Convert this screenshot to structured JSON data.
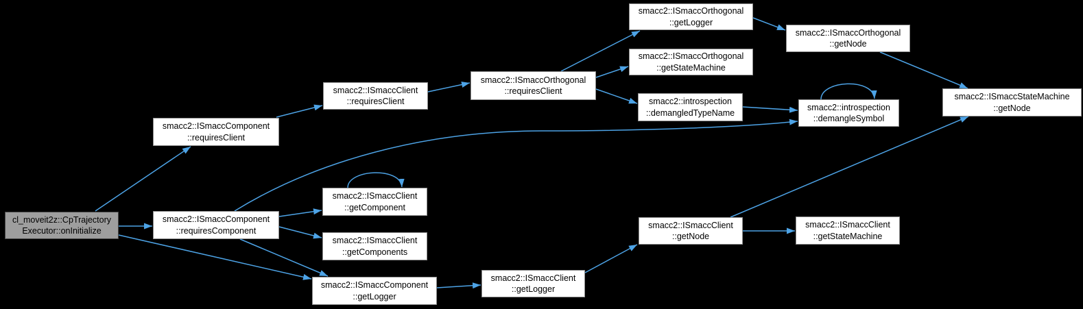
{
  "diagram": {
    "type": "call-graph",
    "colors": {
      "background": "#000000",
      "edge": "#4da3e6",
      "node_fill": "#ffffff",
      "node_border": "#8f8f8f",
      "highlight_fill": "#9e9e9e",
      "highlight_border": "#464646",
      "text": "#000000"
    },
    "nodes": {
      "on_initialize": {
        "label": "cl_moveit2z::CpTrajectory\nExecutor::onInitialize",
        "highlighted": true
      },
      "component_requires_client": {
        "label": "smacc2::ISmaccComponent\n::requiresClient",
        "highlighted": false
      },
      "client_requires_client": {
        "label": "smacc2::ISmaccClient\n::requiresClient",
        "highlighted": false
      },
      "orthogonal_requires_client": {
        "label": "smacc2::ISmaccOrthogonal\n::requiresClient",
        "highlighted": false
      },
      "orthogonal_get_logger": {
        "label": "smacc2::ISmaccOrthogonal\n::getLogger",
        "highlighted": false
      },
      "orthogonal_get_state_machine": {
        "label": "smacc2::ISmaccOrthogonal\n::getStateMachine",
        "highlighted": false
      },
      "introspection_demangled_type_name": {
        "label": "smacc2::introspection\n::demangledTypeName",
        "highlighted": false
      },
      "orthogonal_get_node": {
        "label": "smacc2::ISmaccOrthogonal\n::getNode",
        "highlighted": false
      },
      "introspection_demangle_symbol": {
        "label": "smacc2::introspection\n::demangleSymbol",
        "highlighted": false
      },
      "state_machine_get_node": {
        "label": "smacc2::ISmaccStateMachine\n::getNode",
        "highlighted": false
      },
      "component_requires_component": {
        "label": "smacc2::ISmaccComponent\n::requiresComponent",
        "highlighted": false
      },
      "client_get_component": {
        "label": "smacc2::ISmaccClient\n::getComponent",
        "highlighted": false
      },
      "client_get_components": {
        "label": "smacc2::ISmaccClient\n::getComponents",
        "highlighted": false
      },
      "component_get_logger": {
        "label": "smacc2::ISmaccComponent\n::getLogger",
        "highlighted": false
      },
      "client_get_logger": {
        "label": "smacc2::ISmaccClient\n::getLogger",
        "highlighted": false
      },
      "client_get_node": {
        "label": "smacc2::ISmaccClient\n::getNode",
        "highlighted": false
      },
      "client_get_state_machine": {
        "label": "smacc2::ISmaccClient\n::getStateMachine",
        "highlighted": false
      }
    },
    "edges": [
      {
        "from": "on_initialize",
        "to": "component_requires_client"
      },
      {
        "from": "on_initialize",
        "to": "component_requires_component"
      },
      {
        "from": "on_initialize",
        "to": "component_get_logger"
      },
      {
        "from": "component_requires_client",
        "to": "client_requires_client"
      },
      {
        "from": "client_requires_client",
        "to": "orthogonal_requires_client"
      },
      {
        "from": "orthogonal_requires_client",
        "to": "orthogonal_get_logger"
      },
      {
        "from": "orthogonal_requires_client",
        "to": "orthogonal_get_state_machine"
      },
      {
        "from": "orthogonal_requires_client",
        "to": "introspection_demangled_type_name"
      },
      {
        "from": "orthogonal_get_logger",
        "to": "orthogonal_get_node"
      },
      {
        "from": "orthogonal_get_node",
        "to": "state_machine_get_node"
      },
      {
        "from": "introspection_demangled_type_name",
        "to": "introspection_demangle_symbol"
      },
      {
        "from": "introspection_demangle_symbol",
        "to": "introspection_demangle_symbol"
      },
      {
        "from": "component_requires_component",
        "to": "client_get_component"
      },
      {
        "from": "client_get_component",
        "to": "client_get_component"
      },
      {
        "from": "component_requires_component",
        "to": "client_get_components"
      },
      {
        "from": "component_requires_component",
        "to": "component_get_logger"
      },
      {
        "from": "component_requires_component",
        "to": "introspection_demangle_symbol"
      },
      {
        "from": "component_get_logger",
        "to": "client_get_logger"
      },
      {
        "from": "client_get_logger",
        "to": "client_get_node"
      },
      {
        "from": "client_get_node",
        "to": "client_get_state_machine"
      },
      {
        "from": "client_get_node",
        "to": "state_machine_get_node"
      }
    ]
  }
}
